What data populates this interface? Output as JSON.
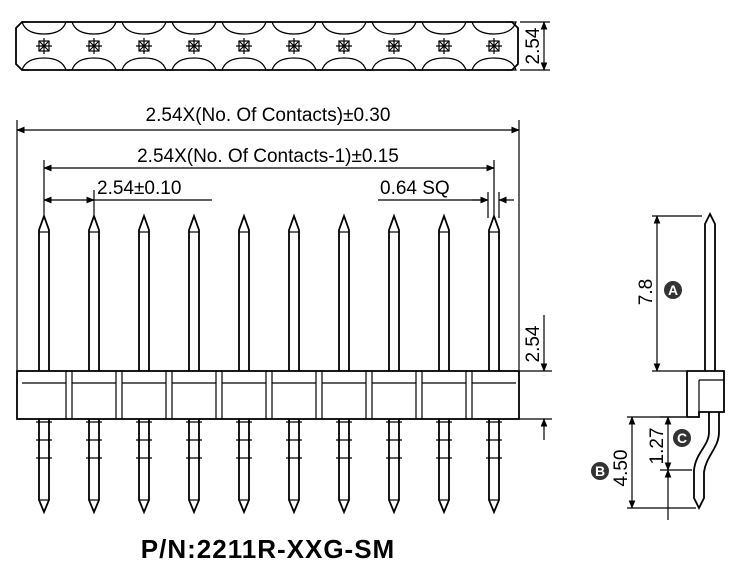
{
  "pin_count": 10,
  "dimensions": {
    "pitch_side": "2.54",
    "overall_length": "2.54X(No. Of Contacts)±0.30",
    "pin_span": "2.54X(No. Of Contacts-1)±0.15",
    "pitch": "2.54±0.10",
    "pin_square": "0.64 SQ",
    "insulator_height": "2.54",
    "pin_length_upper": "7.8",
    "leg_height": "4.50",
    "offset": "1.27"
  },
  "callouts": {
    "a": "A",
    "b": "B",
    "c": "C"
  },
  "part_number": "P/N:2211R-XXG-SM"
}
